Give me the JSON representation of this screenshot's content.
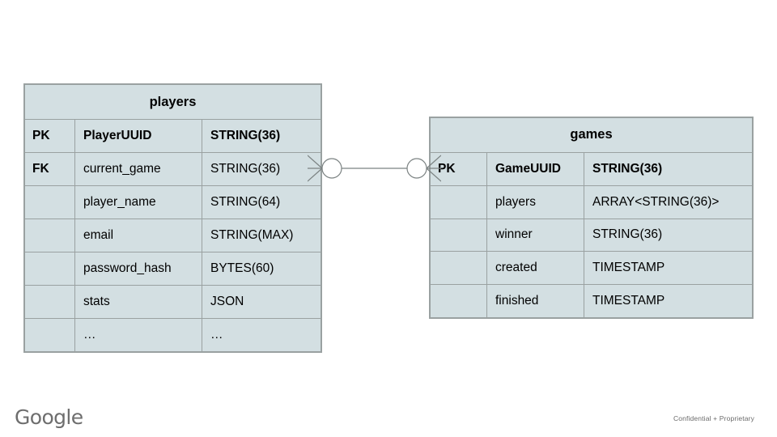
{
  "slide": {
    "background_color": "#ffffff",
    "entity_fill_color": "#d3dfe2",
    "entity_border_color": "#9aa1a1"
  },
  "diagram": {
    "type": "entity-relationship",
    "notation": "crow's-foot",
    "entities": [
      {
        "id": "players",
        "title": "players",
        "columns": [
          {
            "key": "PK",
            "name": "PlayerUUID",
            "type": "STRING(36)",
            "bold": true
          },
          {
            "key": "FK",
            "name": "current_game",
            "type": "STRING(36)",
            "bold": false
          },
          {
            "key": "",
            "name": "player_name",
            "type": "STRING(64)",
            "bold": false
          },
          {
            "key": "",
            "name": "email",
            "type": "STRING(MAX)",
            "bold": false
          },
          {
            "key": "",
            "name": "password_hash",
            "type": "BYTES(60)",
            "bold": false
          },
          {
            "key": "",
            "name": "stats",
            "type": "JSON",
            "bold": false
          },
          {
            "key": "",
            "name": "…",
            "type": "…",
            "bold": false
          }
        ]
      },
      {
        "id": "games",
        "title": "games",
        "columns": [
          {
            "key": "PK",
            "name": "GameUUID",
            "type": "STRING(36)",
            "bold": true
          },
          {
            "key": "",
            "name": "players",
            "type": "ARRAY<STRING(36)>",
            "bold": false
          },
          {
            "key": "",
            "name": "winner",
            "type": "STRING(36)",
            "bold": false
          },
          {
            "key": "",
            "name": "created",
            "type": "TIMESTAMP",
            "bold": false
          },
          {
            "key": "",
            "name": "finished",
            "type": "TIMESTAMP",
            "bold": false
          }
        ]
      }
    ],
    "relationship": {
      "from_entity": "players",
      "from_field": "current_game",
      "to_entity": "games",
      "to_field": "GameUUID",
      "left_cardinality": "zero-or-many",
      "right_cardinality": "zero-or-many",
      "line_color": "#7b8282"
    }
  },
  "footer": {
    "logo_text": "Google",
    "confidentiality": "Confidential + Proprietary"
  }
}
